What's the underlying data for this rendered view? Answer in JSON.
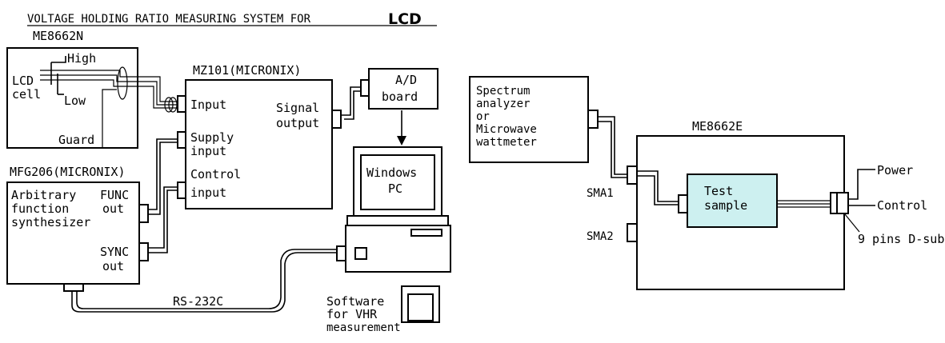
{
  "title": {
    "main": "VOLTAGE HOLDING RATIO MEASURING SYSTEM FOR",
    "bold": "LCD"
  },
  "left": {
    "me8662n": "ME8662N",
    "lcd_cell": [
      "LCD",
      "cell"
    ],
    "high": "High",
    "low": "Low",
    "guard": "Guard",
    "mz101": "MZ101(MICRONIX)",
    "input": "Input",
    "supply_input": [
      "Supply",
      "input"
    ],
    "control_input": [
      "Control",
      "input"
    ],
    "signal_output": [
      "Signal",
      "output"
    ],
    "ad_board": [
      "A/D",
      "board"
    ],
    "windows_pc": [
      "Windows",
      "PC"
    ],
    "mfg206": "MFG206(MICRONIX)",
    "afs": [
      "Arbitrary",
      "function",
      "synthesizer"
    ],
    "func_out": [
      "FUNC",
      "out"
    ],
    "sync_out": [
      "SYNC",
      "out"
    ],
    "rs232c": "RS-232C",
    "software": [
      "Software",
      "for VHR",
      "measurement"
    ]
  },
  "right": {
    "analyzer": [
      "Spectrum",
      "analyzer",
      "or",
      "Microwave",
      "wattmeter"
    ],
    "me8662e": "ME8662E",
    "test_sample": [
      "Test",
      "sample"
    ],
    "test_sample_color": "#cdf0f0",
    "sma1": "SMA1",
    "sma2": "SMA2",
    "power": "Power",
    "control": "Control",
    "dsub": "9 pins D-sub"
  }
}
